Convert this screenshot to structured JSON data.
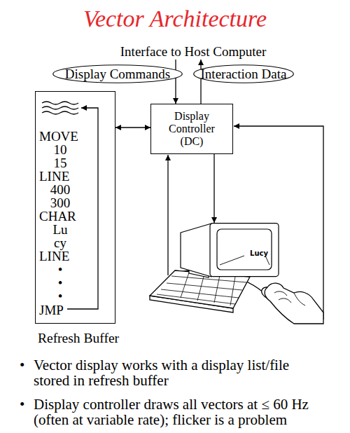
{
  "diagram": {
    "title": "Vector Architecture",
    "nodes": [
      {
        "text": [
          "Display Commands"
        ]
      },
      {
        "text": [
          "Interaction Data"
        ]
      },
      {
        "text": [
          "MOVE",
          "10",
          "15",
          "LINE",
          "400",
          "300",
          "CHAR",
          "Lu",
          "cy",
          "LINE",
          "•",
          "•",
          "•",
          "JMP",
          "Refresh Buffer"
        ]
      },
      {
        "text": [
          "Display Controller (DC)"
        ]
      },
      {
        "text": [
          "Lucy"
        ]
      }
    ],
    "edges": [
      {
        "from": 0,
        "to": 3,
        "arrow": "to"
      },
      {
        "from": 3,
        "to": 1,
        "arrow": "none"
      },
      {
        "from": 2,
        "to": 3,
        "arrow": "both"
      },
      {
        "from": 3,
        "to": 4,
        "arrow": "to"
      }
    ],
    "labels": [
      "Interface to Host Computer",
      "•",
      "Vector display works with a display list/file stored in refresh buffer",
      "•",
      "Display controller draws all vectors at ≤ 60 Hz (often at variable rate); flicker is a problem"
    ]
  }
}
